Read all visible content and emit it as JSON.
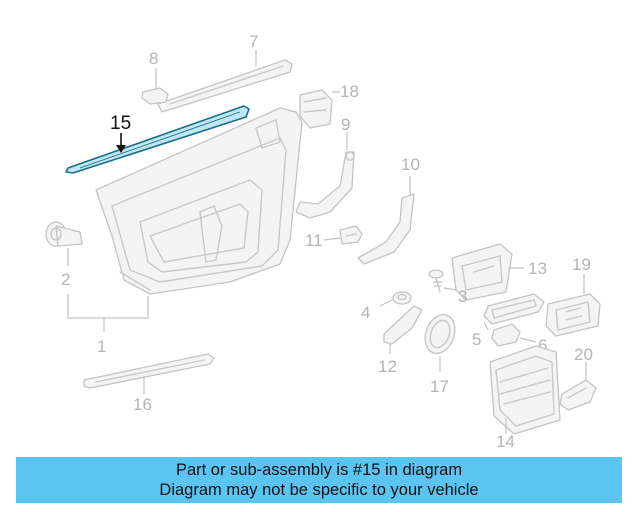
{
  "diagram": {
    "highlight_part": "15",
    "callouts": [
      "1",
      "2",
      "3",
      "4",
      "5",
      "6",
      "7",
      "8",
      "9",
      "10",
      "11",
      "12",
      "13",
      "14",
      "15",
      "16",
      "17",
      "18",
      "19",
      "20"
    ]
  },
  "banner": {
    "line1": "Part or sub-assembly is #15 in diagram",
    "line2": "Diagram may not be specific to your vehicle",
    "bg_color": "#5bc4f1"
  },
  "colors": {
    "highlight_fill": "#bfe6f3",
    "highlight_stroke": "#1a6f88",
    "line_art": "#c8c8c8",
    "callout_text": "#b4b4b4"
  }
}
